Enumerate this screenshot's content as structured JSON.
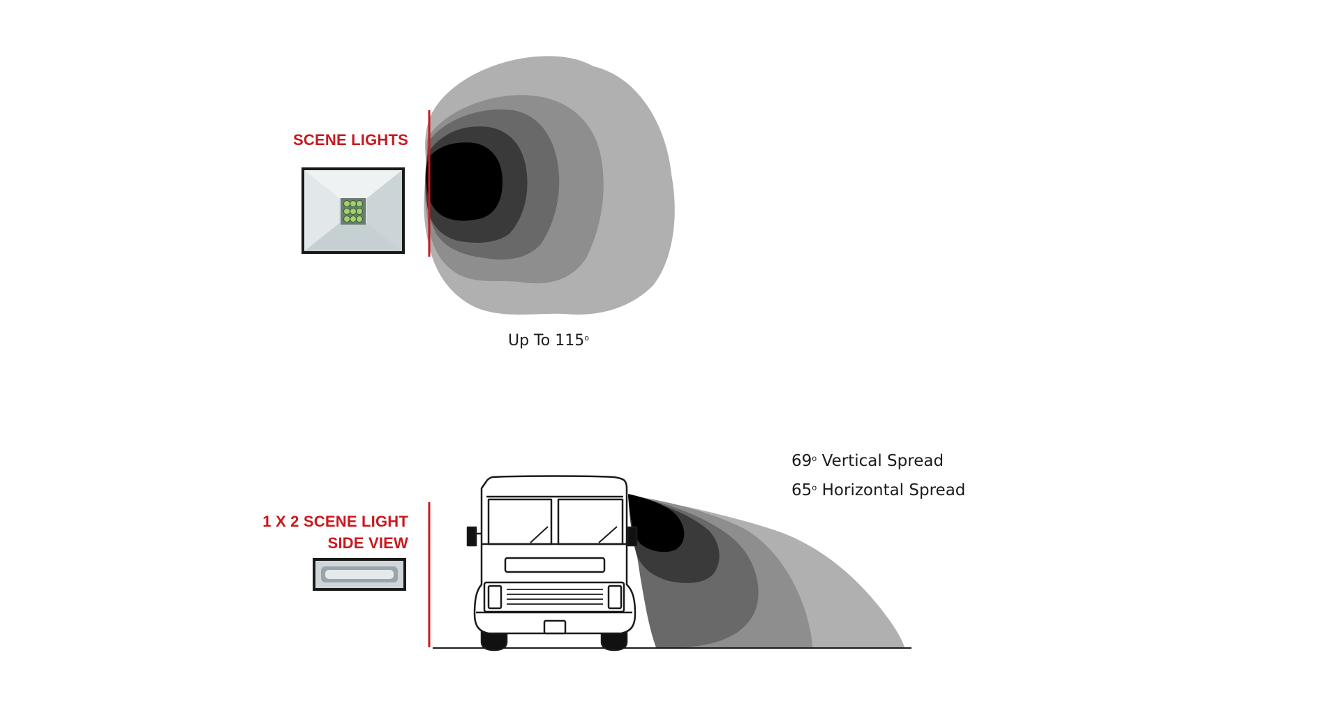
{
  "top_section": {
    "title": "SCENE LIGHTS",
    "caption_text": "Up To 115",
    "caption_degree": "o"
  },
  "bottom_section": {
    "title_line1": "1 X 2 SCENE LIGHT",
    "title_line2": "SIDE VIEW",
    "vertical_value": "69",
    "vertical_degree": "o",
    "vertical_text": " Vertical Spread",
    "horizontal_value": "65",
    "horizontal_degree": "o",
    "horizontal_text": " Horizontal Spread"
  },
  "colors": {
    "accent_red": "#c8191e",
    "beam_light": "#b0b0b0",
    "beam_mid_light": "#8e8e8e",
    "beam_mid": "#696969",
    "beam_dark": "#3a3a3a",
    "beam_core": "#000000"
  },
  "icons": {
    "square_light": "led-scene-light-icon",
    "bar_light": "led-bar-light-icon",
    "vehicle": "rv-front-view-icon"
  }
}
